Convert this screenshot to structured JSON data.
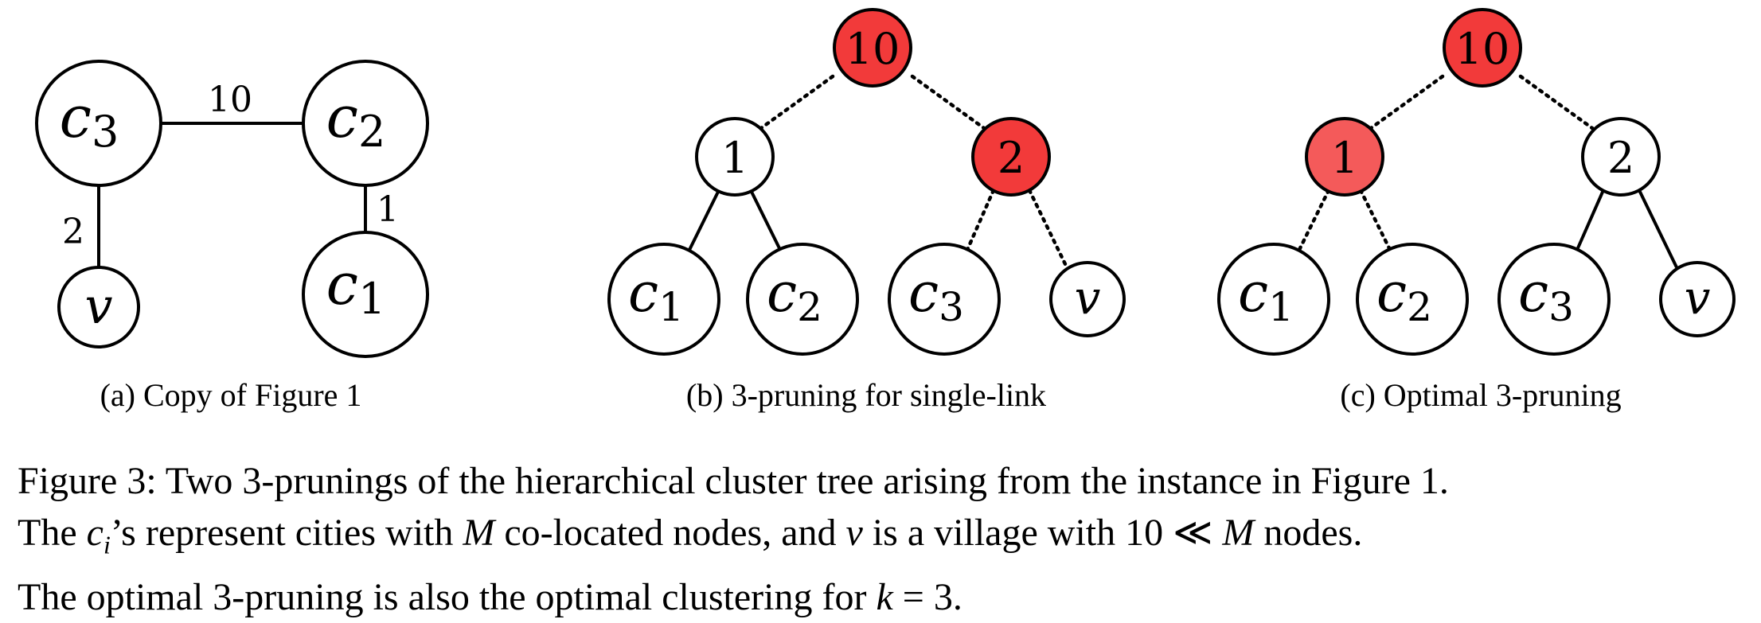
{
  "panel_a": {
    "nodes": {
      "c3": {
        "base": "c",
        "sub": "3"
      },
      "c2": {
        "base": "c",
        "sub": "2"
      },
      "c1": {
        "base": "c",
        "sub": "1"
      },
      "v": {
        "label": "v"
      }
    },
    "edge_labels": {
      "c3_c2": "10",
      "c3_v": "2",
      "c2_c1": "1"
    },
    "caption": "(a) Copy of Figure 1"
  },
  "panel_b": {
    "root": "10",
    "left": "1",
    "right": "2",
    "leaves": [
      {
        "base": "c",
        "sub": "1"
      },
      {
        "base": "c",
        "sub": "2"
      },
      {
        "base": "c",
        "sub": "3"
      },
      {
        "label": "v"
      }
    ],
    "caption": "(b) 3-pruning for single-link"
  },
  "panel_c": {
    "root": "10",
    "left": "1",
    "right": "2",
    "leaves": [
      {
        "base": "c",
        "sub": "1"
      },
      {
        "base": "c",
        "sub": "2"
      },
      {
        "base": "c",
        "sub": "3"
      },
      {
        "label": "v"
      }
    ],
    "caption": "(c) Optimal 3-pruning"
  },
  "figure_caption": {
    "line1": "Figure 3: Two 3-prunings of the hierarchical cluster tree arising from the instance in Figure 1.",
    "line2": {
      "t1": "The ",
      "ci": "c",
      "ci_sub": "i",
      "t2": "’s represent cities with ",
      "M1": "M",
      "t3": " co-located nodes, and ",
      "v": "v",
      "t4": " is a village with 10 ≪ ",
      "M2": "M",
      "t5": " nodes."
    },
    "line3": {
      "t1": "The optimal 3-pruning is also the optimal clustering for ",
      "k": "k",
      "t2": " = 3."
    }
  },
  "colors": {
    "highlight": "#f23a3a",
    "node_fill": "#ffffff",
    "stroke": "#000000"
  }
}
